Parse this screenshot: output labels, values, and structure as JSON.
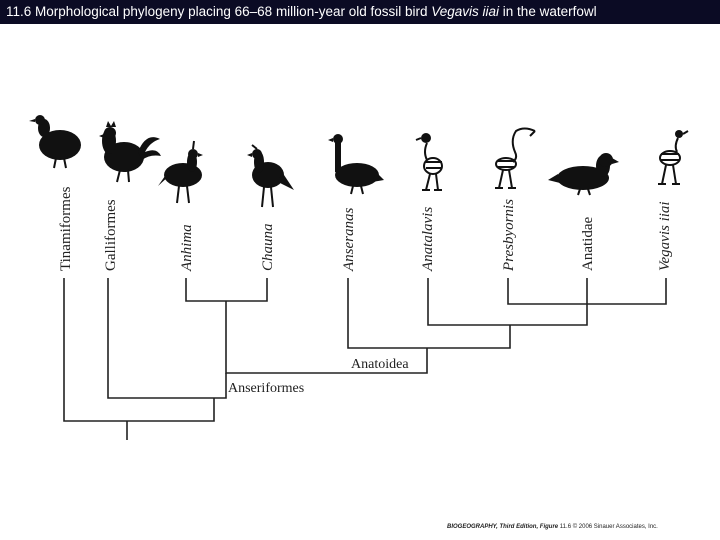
{
  "header": {
    "prefix": "11.6  Morphological phylogeny placing 66–68 million-year old fossil bird ",
    "italic": "Vegavis iiai",
    "suffix": " in the waterfowl"
  },
  "taxa": [
    {
      "label": "Tinamiformes",
      "italic": false,
      "icon": "tinamou-icon"
    },
    {
      "label": "Galliformes",
      "italic": false,
      "icon": "rooster-icon"
    },
    {
      "label": "Anhima",
      "italic": true,
      "icon": "screamer-icon"
    },
    {
      "label": "Chauna",
      "italic": true,
      "icon": "crested-screamer-icon"
    },
    {
      "label": "Anseranas",
      "italic": true,
      "icon": "magpie-goose-icon"
    },
    {
      "label": "Anatalavis",
      "italic": true,
      "icon": "skeleton-icon"
    },
    {
      "label": "Presbyornis",
      "italic": true,
      "icon": "flamingo-skeleton-icon"
    },
    {
      "label": "Anatidae",
      "italic": false,
      "icon": "duck-icon"
    },
    {
      "label": "Vegavis iiai",
      "italic": true,
      "icon": "vegavis-skeleton-icon"
    }
  ],
  "clades": {
    "anatoidea": "Anatoidea",
    "anseriformes": "Anseriformes"
  },
  "footer": {
    "credit_bold": "BIOGEOGRAPHY, Third Edition, Figure",
    "credit_rest": " 11.6  © 2006 Sinauer Associates, Inc."
  }
}
